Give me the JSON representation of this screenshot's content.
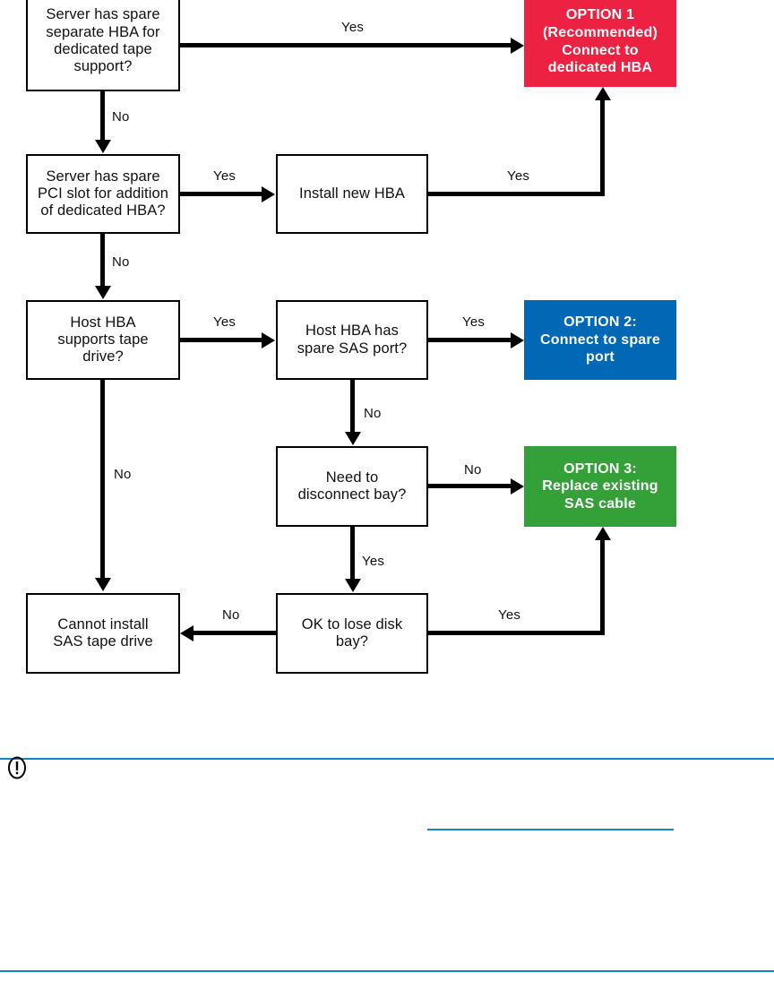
{
  "document": {
    "type": "decision-flowchart",
    "title": "SAS tape drive connection decision flowchart"
  },
  "chart_data": {
    "type": "flowchart",
    "title": "SAS tape drive connection decision flowchart",
    "nodes": [
      {
        "id": "n1",
        "label": "Server has spare\nseparate HBA for\ndedicated tape\nsupport?",
        "kind": "decision",
        "color": "#ffffff"
      },
      {
        "id": "n2",
        "label": "Server has spare\nPCI slot for addition\nof dedicated HBA?",
        "kind": "decision",
        "color": "#ffffff"
      },
      {
        "id": "n3",
        "label": "Install new HBA",
        "kind": "process",
        "color": "#ffffff"
      },
      {
        "id": "n4",
        "label": "Host HBA\nsupports tape\ndrive?",
        "kind": "decision",
        "color": "#ffffff"
      },
      {
        "id": "n5",
        "label": "Host HBA has\nspare SAS port?",
        "kind": "decision",
        "color": "#ffffff"
      },
      {
        "id": "n6",
        "label": "Need to\ndisconnect bay?",
        "kind": "decision",
        "color": "#ffffff"
      },
      {
        "id": "n7",
        "label": "OK to lose disk\nbay?",
        "kind": "decision",
        "color": "#ffffff"
      },
      {
        "id": "n8",
        "label": "Cannot install\nSAS tape drive",
        "kind": "terminal",
        "color": "#ffffff"
      },
      {
        "id": "opt1",
        "label": "OPTION 1\n(Recommended)\nConnect to\ndedicated HBA",
        "kind": "outcome",
        "color": "#ED2142"
      },
      {
        "id": "opt2",
        "label": "OPTION 2:\nConnect to spare\nport",
        "kind": "outcome",
        "color": "#0068B4"
      },
      {
        "id": "opt3",
        "label": "OPTION 3:\nReplace existing\nSAS cable",
        "kind": "outcome",
        "color": "#33A137"
      }
    ],
    "edges": [
      {
        "from": "n1",
        "to": "opt1",
        "label": "Yes"
      },
      {
        "from": "n1",
        "to": "n2",
        "label": "No"
      },
      {
        "from": "n2",
        "to": "n3",
        "label": "Yes"
      },
      {
        "from": "n3",
        "to": "opt1",
        "label": "Yes"
      },
      {
        "from": "n2",
        "to": "n4",
        "label": "No"
      },
      {
        "from": "n4",
        "to": "n5",
        "label": "Yes"
      },
      {
        "from": "n4",
        "to": "n8",
        "label": "No"
      },
      {
        "from": "n5",
        "to": "opt2",
        "label": "Yes"
      },
      {
        "from": "n5",
        "to": "n6",
        "label": "No"
      },
      {
        "from": "n6",
        "to": "opt3",
        "label": "No"
      },
      {
        "from": "n6",
        "to": "n7",
        "label": "Yes"
      },
      {
        "from": "n7",
        "to": "n8",
        "label": "No"
      },
      {
        "from": "n7",
        "to": "opt3",
        "label": "Yes"
      }
    ],
    "edge_labels": {
      "n1_yes": "Yes",
      "n1_no": "No",
      "n2_yes": "Yes",
      "n2_no": "No",
      "n3_yes": "Yes",
      "n4_yes": "Yes",
      "n4_no": "No",
      "n5_yes": "Yes",
      "n5_no": "No",
      "n6_no": "No",
      "n6_yes": "Yes",
      "n7_no": "No",
      "n7_yes": "Yes"
    },
    "colors": {
      "option1": "#ED2142",
      "option2": "#0068B4",
      "option3": "#33A137",
      "connector": "#000000",
      "box_border": "#000000",
      "rule": "#1286C2"
    }
  },
  "note": {
    "icon": "exclamation-oval-icon",
    "text": "",
    "link_text": "",
    "rule_color": "#1286C2"
  }
}
